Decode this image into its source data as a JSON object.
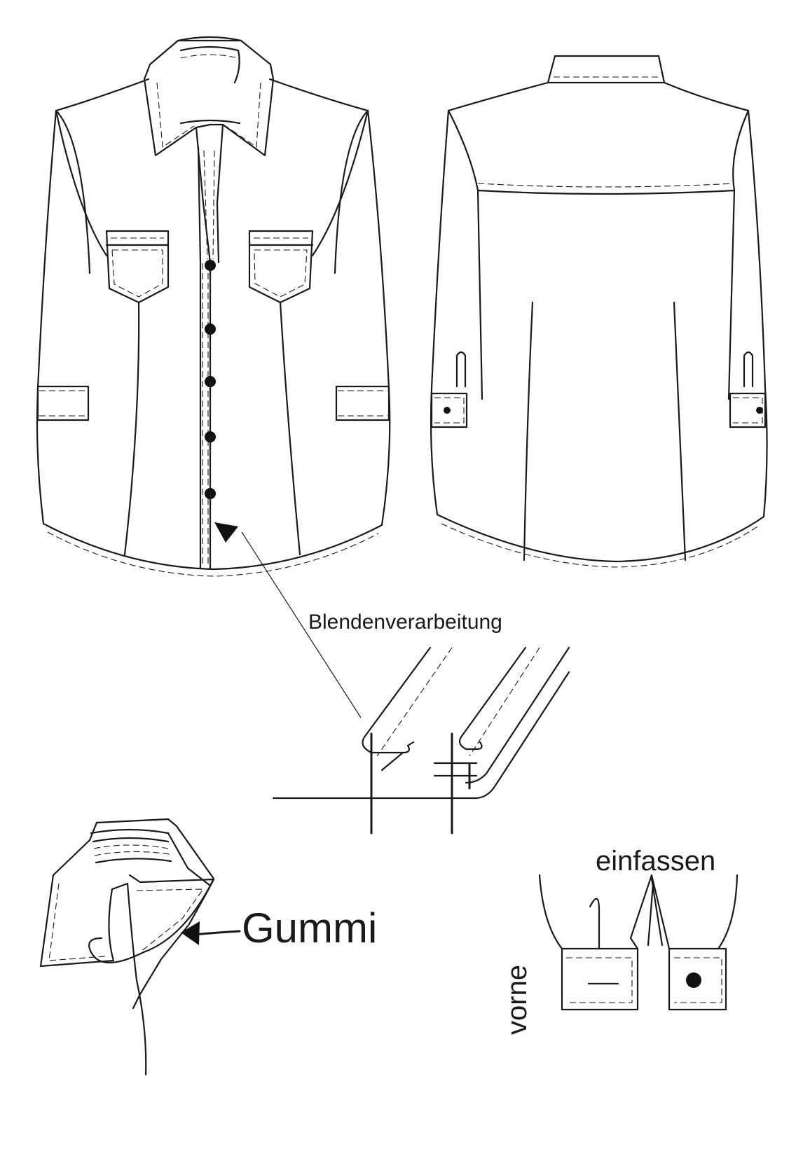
{
  "labels": {
    "placket_detail": "Blendenverarbeitung",
    "elastic": "Gummi",
    "binding": "einfassen",
    "front": "vorne"
  }
}
